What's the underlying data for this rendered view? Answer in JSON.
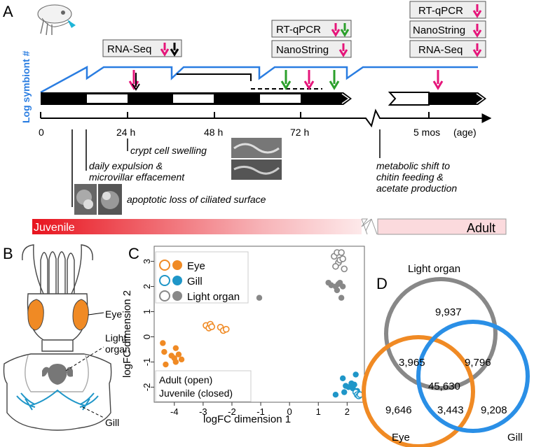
{
  "panels": {
    "a": "A",
    "b": "B",
    "c": "C",
    "d": "D"
  },
  "timeline": {
    "ylabel": "Log symbiont #",
    "ticks": [
      "0",
      "24 h",
      "48 h",
      "72 h",
      "5 mos"
    ],
    "age_label": "(age)",
    "assays": {
      "rnaseq_juv": "RNA-Seq",
      "rtqpcr_mid": "RT-qPCR",
      "nanostring_mid": "NanoString",
      "rtqpcr_adult": "RT-qPCR",
      "nanostring_adult": "NanoString",
      "rnaseq_adult": "RNA-Seq"
    },
    "events": {
      "crypt": "crypt cell swelling",
      "expulsion_1": "daily expulsion &",
      "expulsion_2": "microvillar effacement",
      "apoptotic": "apoptotic loss of ciliated surface",
      "metabolic_1": "metabolic shift to",
      "metabolic_2": "chitin feeding &",
      "metabolic_3": "acetate production"
    },
    "bar_juvenile": "Juvenile",
    "bar_adult": "Adult",
    "colors": {
      "symbiont_line": "#2a7de1",
      "magenta": "#e5157a",
      "green": "#2ca02c",
      "juvenile": "#e8141e"
    }
  },
  "anatomy": {
    "eye": "Eye",
    "light_1": "Light",
    "light_2": "organ",
    "gill": "Gill"
  },
  "mds": {
    "legend": {
      "eye": "Eye",
      "gill": "Gill",
      "light_organ": "Light organ"
    },
    "note_1": "Adult (open)",
    "note_2": "Juvenile (closed)",
    "xlabel": "logFC dimension 1",
    "ylabel": "logFC dimension 2",
    "xticks": [
      "-4",
      "-3",
      "-2",
      "-1",
      "0",
      "1",
      "2"
    ],
    "yticks": [
      "-2",
      "-1",
      "0",
      "1",
      "2",
      "3"
    ]
  },
  "chart_data": {
    "type": "scatter",
    "xlabel": "logFC dimension 1",
    "ylabel": "logFC dimension 2",
    "xlim": [
      -4.7,
      2.6
    ],
    "ylim": [
      -2.6,
      3.6
    ],
    "series": [
      {
        "name": "Eye",
        "color": "#f08a24",
        "adult": [
          [
            -2.9,
            0.45
          ],
          [
            -2.8,
            0.35
          ],
          [
            -2.75,
            0.5
          ],
          [
            -2.7,
            0.4
          ],
          [
            -2.4,
            0.38
          ],
          [
            -2.3,
            0.25
          ],
          [
            -2.2,
            0.3
          ]
        ],
        "juvenile": [
          [
            -4.4,
            -0.25
          ],
          [
            -4.35,
            -0.6
          ],
          [
            -4.3,
            -1.1
          ],
          [
            -4.1,
            -0.75
          ],
          [
            -4.0,
            -0.85
          ],
          [
            -3.95,
            -0.45
          ],
          [
            -3.95,
            -1.0
          ],
          [
            -3.85,
            -0.7
          ],
          [
            -3.75,
            -0.9
          ]
        ]
      },
      {
        "name": "Gill",
        "color": "#1f96c8",
        "adult": [
          [
            2.3,
            -2.2
          ],
          [
            2.35,
            -2.3
          ],
          [
            2.4,
            -2.35
          ],
          [
            2.45,
            -2.3
          ]
        ],
        "juvenile": [
          [
            1.6,
            -2.3
          ],
          [
            1.85,
            -1.65
          ],
          [
            1.9,
            -2.2
          ],
          [
            1.95,
            -1.95
          ],
          [
            2.05,
            -2.0
          ],
          [
            2.15,
            -1.85
          ],
          [
            2.2,
            -2.05
          ],
          [
            2.25,
            -1.9
          ],
          [
            2.3,
            -1.5
          ],
          [
            2.35,
            -2.15
          ]
        ]
      },
      {
        "name": "Light organ",
        "color": "#888888",
        "adult": [
          [
            1.55,
            3.2
          ],
          [
            1.65,
            3.35
          ],
          [
            1.7,
            2.95
          ],
          [
            1.75,
            3.05
          ],
          [
            1.8,
            3.35
          ],
          [
            1.85,
            3.1
          ],
          [
            1.9,
            2.7
          ],
          [
            1.6,
            2.8
          ]
        ],
        "juvenile": [
          [
            -1.05,
            1.55
          ],
          [
            1.35,
            2.15
          ],
          [
            1.45,
            2.05
          ],
          [
            1.6,
            2.0
          ],
          [
            1.65,
            1.85
          ],
          [
            1.7,
            2.1
          ],
          [
            1.75,
            2.15
          ],
          [
            1.8,
            1.55
          ],
          [
            1.85,
            2.0
          ]
        ]
      }
    ]
  },
  "venn": {
    "title": "Light organ",
    "label_eye": "Eye",
    "label_gill": "Gill",
    "values": {
      "lo_only": "9,937",
      "eye_lo": "3,965",
      "lo_gill": "9,796",
      "all": "45,630",
      "eye_only": "9,646",
      "eye_gill": "3,443",
      "gill_only": "9,208"
    },
    "colors": {
      "light_organ": "#888888",
      "eye": "#f08a24",
      "gill": "#2a8fe6"
    }
  }
}
